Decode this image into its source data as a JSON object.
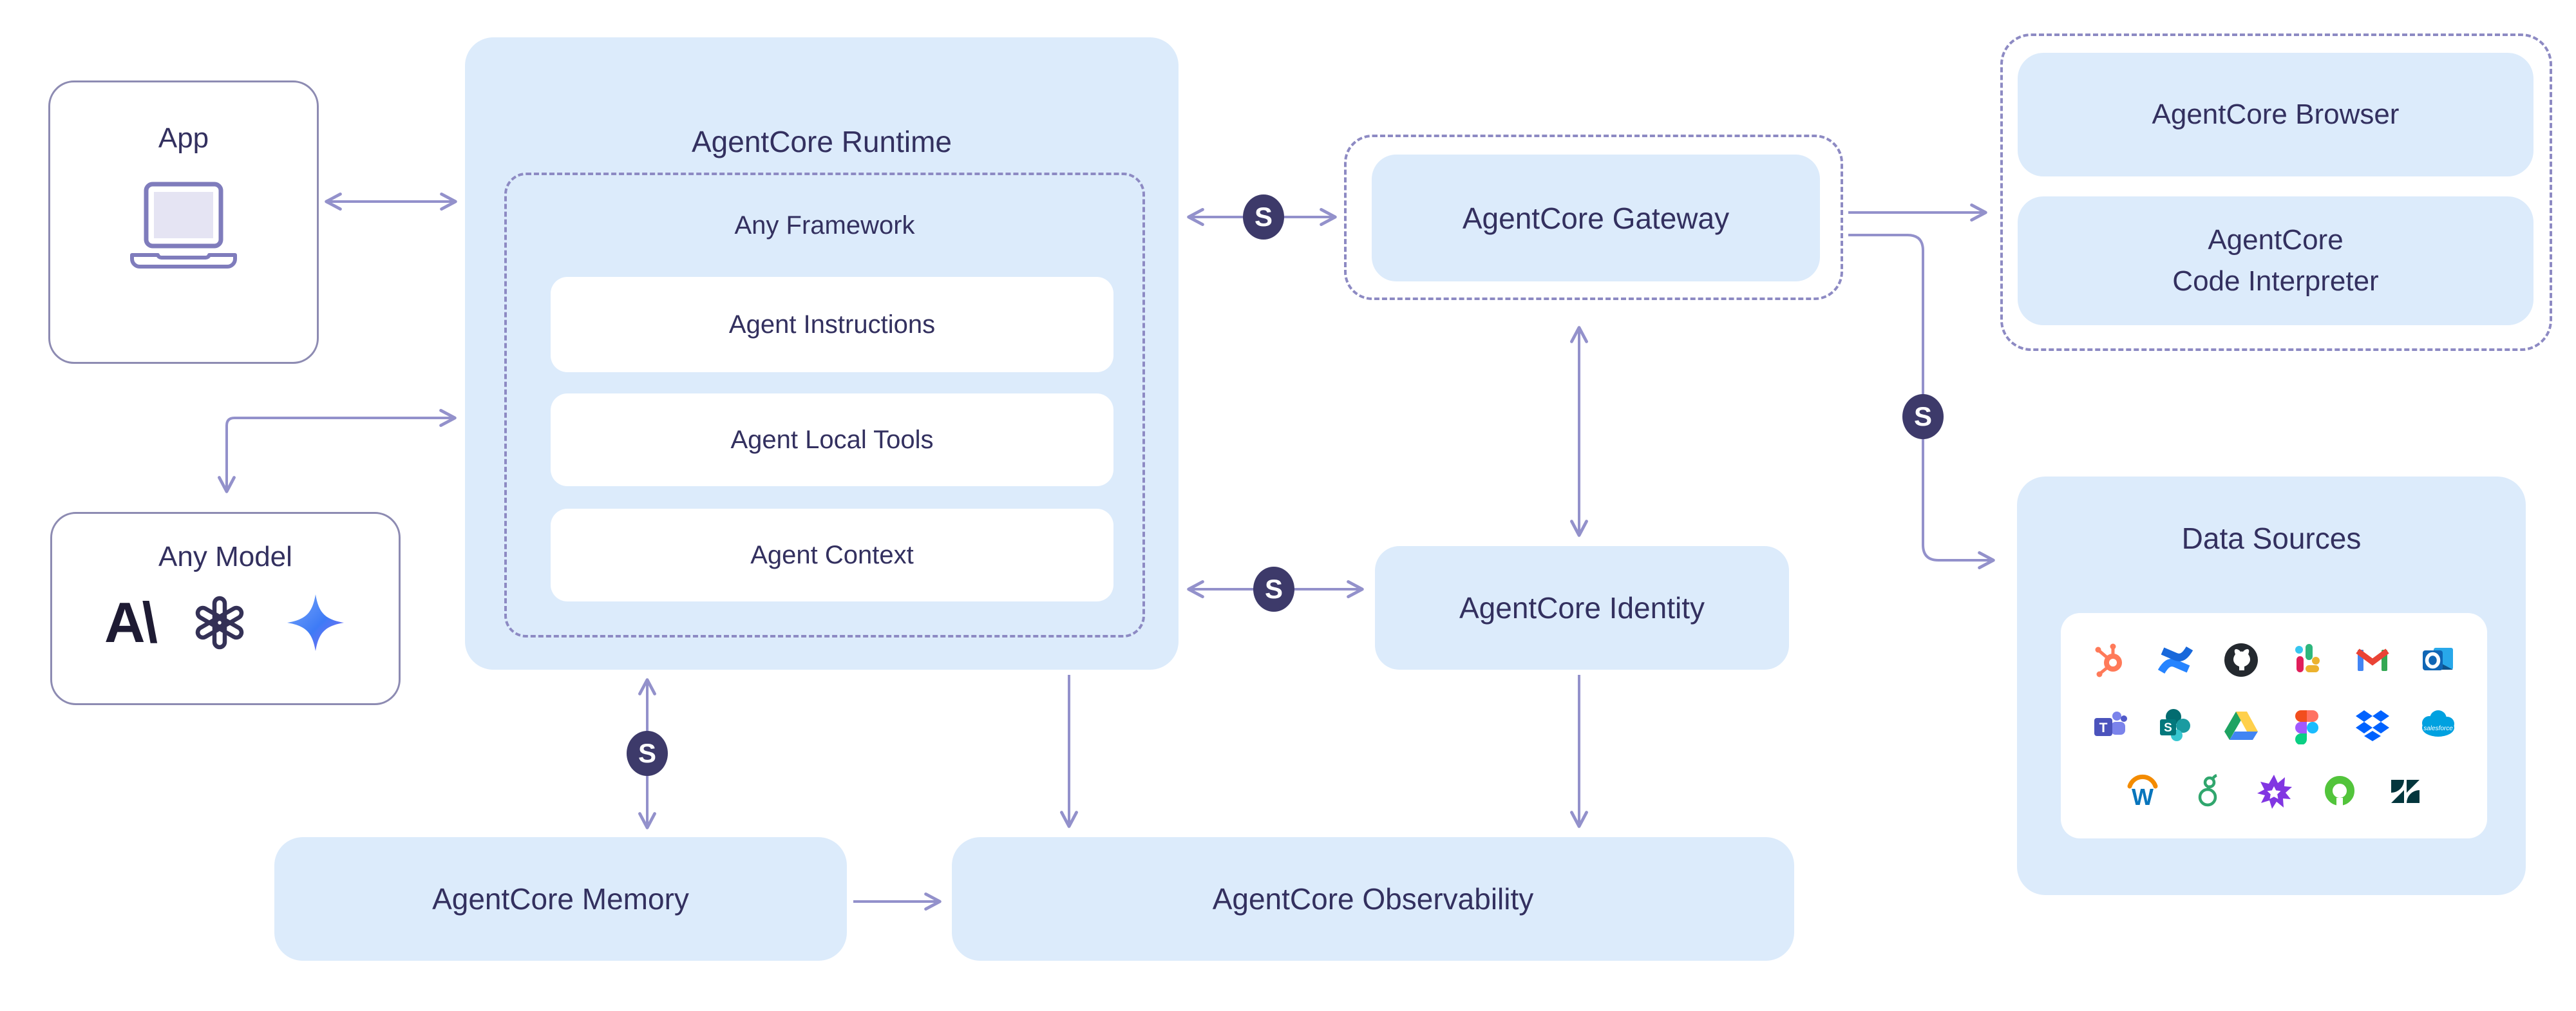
{
  "app": {
    "label": "App"
  },
  "any_model": {
    "label": "Any Model",
    "providers": [
      "anthropic",
      "openai",
      "gemini"
    ],
    "logo_glyphs": {
      "anthropic": "A\\"
    }
  },
  "runtime": {
    "title": "AgentCore Runtime",
    "framework": {
      "title": "Any Framework",
      "items": [
        "Agent Instructions",
        "Agent Local Tools",
        "Agent Context"
      ]
    }
  },
  "gateway": {
    "label": "AgentCore Gateway"
  },
  "identity": {
    "label": "AgentCore Identity"
  },
  "browser_tools": {
    "browser_label": "AgentCore Browser",
    "code_interpreter_lines": [
      "AgentCore",
      "Code Interpreter"
    ]
  },
  "memory": {
    "label": "AgentCore Memory"
  },
  "observability": {
    "label": "AgentCore Observability"
  },
  "data_sources": {
    "title": "Data Sources",
    "icons_row1": [
      "hubspot",
      "confluence",
      "github",
      "slack",
      "gmail",
      "outlook"
    ],
    "icons_row2": [
      "teams",
      "sharepoint",
      "google-drive",
      "figma",
      "dropbox",
      "salesforce"
    ],
    "icons_row3": [
      "workday",
      "greenhouse",
      "gong",
      "green-ring",
      "zendesk"
    ],
    "logo_glyphs": {
      "teams": "T",
      "sharepoint": "S",
      "salesforce": "salesforce",
      "workday": "W"
    }
  },
  "secure_badge": {
    "label": "S"
  },
  "colors": {
    "panel_blue": "#DCEBFB",
    "text_navy": "#33305F",
    "wire_purple": "#9391CB",
    "dashed_purple": "#8D8AC3",
    "outline_purple": "#8D8BB2",
    "badge_navy": "#3D3A6A"
  }
}
